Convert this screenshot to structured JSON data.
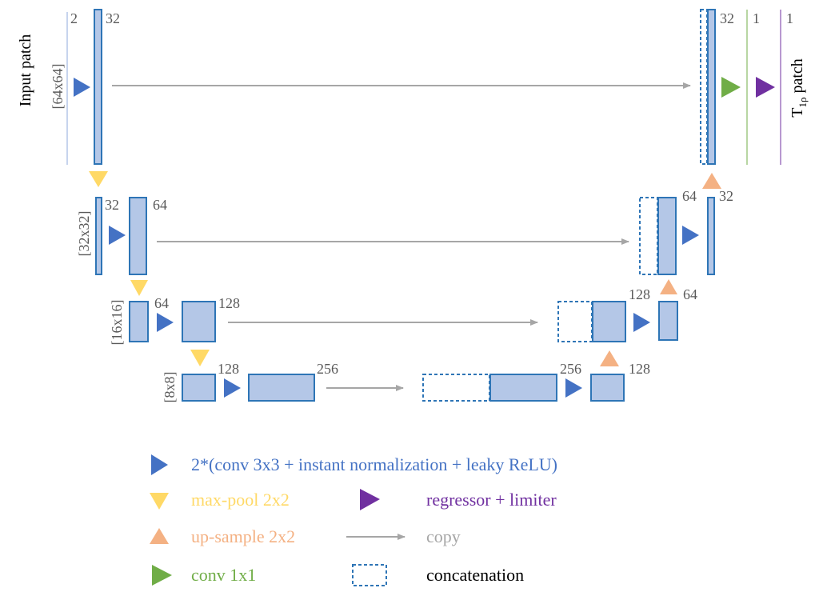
{
  "diagram": {
    "input_label": "Input patch",
    "output_label_prefix": "T",
    "output_label_sub": "1ρ",
    "output_label_suffix": " patch",
    "level_sizes": {
      "l1": "[64x64]",
      "l2": "[32x32]",
      "l3": "[16x16]",
      "l4": "[8x8]"
    },
    "channel_labels": {
      "l1_in": "2",
      "l1_enc": "32",
      "l1_dec": "32",
      "l1_conv1": "1",
      "l1_out": "1",
      "l2_pool": "32",
      "l2_enc": "64",
      "l2_dec": "64",
      "l2_up": "32",
      "l3_pool": "64",
      "l3_enc": "128",
      "l3_dec": "128",
      "l3_up": "64",
      "l4_pool": "128",
      "l4_enc": "256",
      "l4_dec": "256",
      "l4_up": "128"
    }
  },
  "legend": {
    "conv": "2*(conv 3x3 + instant normalization + leaky ReLU)",
    "maxpool": "max-pool 2x2",
    "regressor": "regressor + limiter",
    "upsample": "up-sample 2x2",
    "copy": "copy",
    "conv1x1": "conv 1x1",
    "concat": "concatenation"
  },
  "colors": {
    "block_fill": "#b4c7e7",
    "block_stroke": "#2e75b6",
    "conv_blue": "#4472c4",
    "pool_yellow": "#ffd966",
    "up_orange": "#f4b183",
    "conv1x1_green": "#70ad47",
    "regressor_purple": "#7030a0",
    "copy_gray": "#a6a6a6",
    "label_gray": "#595959",
    "text_black": "#000000"
  }
}
